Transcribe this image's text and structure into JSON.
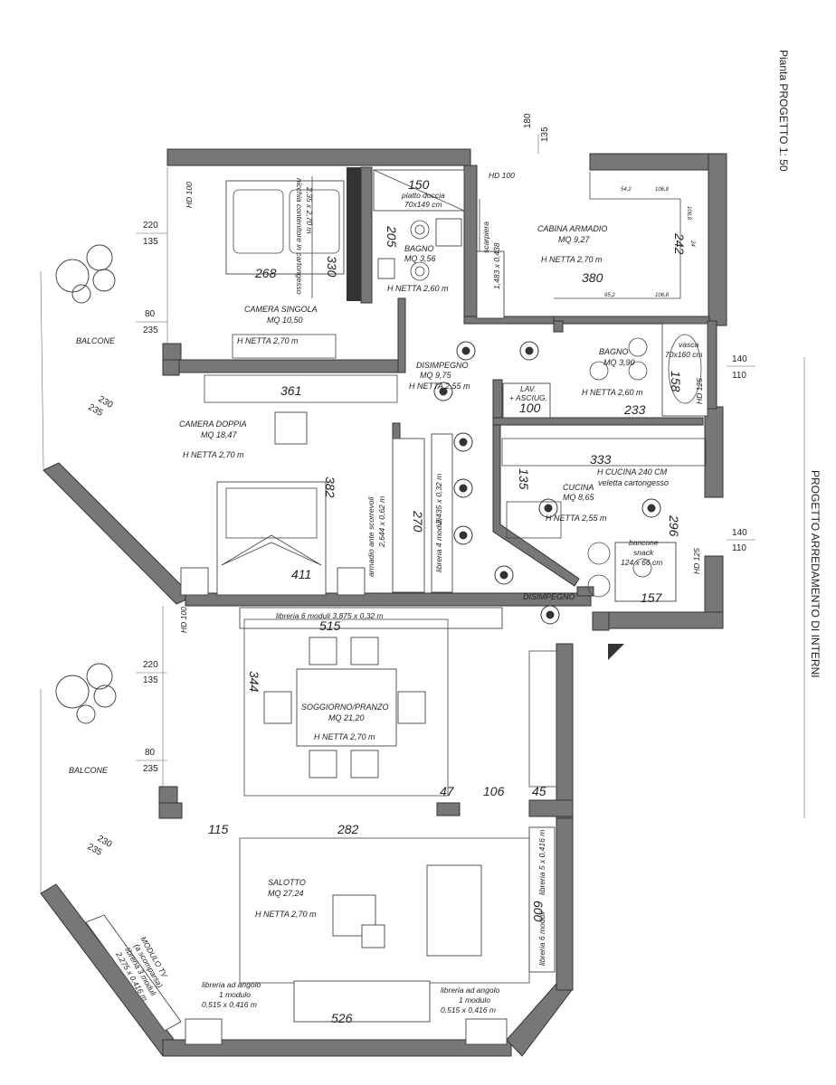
{
  "header": {
    "scale_title": "Pianta PROGETTO  1: 50",
    "project_title": "PROGETTO ARREDAMENTO DI INTERNI"
  },
  "rooms": {
    "camera_singola": {
      "name": "CAMERA SINGOLA",
      "area": "MQ 10,50",
      "height": "H NETTA 2,70 m"
    },
    "bagno1": {
      "name": "BAGNO",
      "area": "MQ 3,56",
      "height": "H NETTA 2,60 m"
    },
    "cabina_armadio": {
      "name": "CABINA ARMADIO",
      "area": "MQ 9,27",
      "height": "H NETTA 2,70 m"
    },
    "disimpegno1": {
      "name": "DISIMPEGNO",
      "area": "MQ 9,75",
      "height": "H NETTA 2,55 m"
    },
    "bagno2": {
      "name": "BAGNO",
      "area": "MQ 3,90",
      "height": "H NETTA 2,60 m"
    },
    "camera_doppia": {
      "name": "CAMERA DOPPIA",
      "area": "MQ 18,47",
      "height": "H NETTA 2,70 m"
    },
    "cucina": {
      "name": "CUCINA",
      "area": "MQ 8,65",
      "height": "H NETTA 2,55 m",
      "ceiling": "H CUCINA 240 CM",
      "veletta": "veletta cartongesso"
    },
    "disimpegno2": {
      "name": "DISIMPEGNO"
    },
    "soggiorno": {
      "name": "SOGGIORNO/PRANZO",
      "area": "MQ 21,20",
      "height": "H NETTA 2,70 m"
    },
    "salotto": {
      "name": "SALOTTO",
      "area": "MQ 27,24",
      "height": "H NETTA 2,70 m"
    },
    "balcone_top": {
      "name": "BALCONE"
    },
    "balcone_bottom": {
      "name": "BALCONE"
    }
  },
  "annotations": {
    "nicchia": "nicchia contenitore in cartongesso",
    "nicchia_dim": "2,35 x 2,70 m",
    "piatto_doccia": "piatto doccia",
    "piatto_doccia_dim": "70x149 cm",
    "scarpiera": "scarpiera",
    "scarpiera_dim": "1,483 x 0,438",
    "vasca": "vasca",
    "vasca_dim": "70x160 cm",
    "lav_asciug_1": "LAV.",
    "lav_asciug_2": "+ ASCIUG.",
    "armadio": "armadio ante scorrevoli",
    "armadio_dim": "2,644 x 0,62 m",
    "libreria_4": "libreria 4 moduli",
    "libreria_4_dim": "2,435 x 0,32 m",
    "libreria_6": "libreria 6 moduli 3,875 x 0,32 m",
    "bancone": "bancone",
    "bancone_2": "snack",
    "bancone_dim": "124 x 66 cm",
    "modulo_tv_1": "MODULO TV",
    "modulo_tv_2": "(a scomparsa)",
    "libreria_3_1": "libreria 3 moduli",
    "libreria_3_2": "2,275 x 0,416 m",
    "libreria_angolo_l_1": "libreria ad angolo",
    "libreria_angolo_l_2": "1 modulo",
    "libreria_angolo_l_3": "0,515 x 0,416 m",
    "libreria_angolo_r_1": "libreria ad angolo",
    "libreria_angolo_r_2": "1 modulo",
    "libreria_angolo_r_3": "0,515 x 0,416 m",
    "libreria_5_right": "libreria 5 x 0,416 m",
    "libreria_6_right": "libreria 6 moduli"
  },
  "dimensions": {
    "d150": "150",
    "d205": "205",
    "d268": "268",
    "d330": "330",
    "d380": "380",
    "d242": "242",
    "d361": "361",
    "d382": "382",
    "d411": "411",
    "d515": "515",
    "d270": "270",
    "d100": "100",
    "d233": "233",
    "d158": "158",
    "d333": "333",
    "d135": "135",
    "d296": "296",
    "d157": "157",
    "d344": "344",
    "d47": "47",
    "d106": "106",
    "d45": "45",
    "d115": "115",
    "d282": "282",
    "d526": "526",
    "d600": "600",
    "s54": "54,2",
    "s106a": "106,8",
    "s106b": "106,8",
    "s95": "95,2",
    "s106c": "106,8",
    "s24": "24"
  },
  "heights": {
    "hd100_a": "HD 100",
    "hd100_b": "HD 100",
    "hd100_c": "HD 100",
    "hd125_a": "HD 125",
    "hd125_b": "HD 125"
  },
  "margin_dims": {
    "top180": "180",
    "top135": "135",
    "l220a": "220",
    "l135a": "135",
    "l80a": "80",
    "l235a": "235",
    "l230a": "230",
    "l235b": "235",
    "l220b": "220",
    "l135b": "135",
    "l80b": "80",
    "l235c": "235",
    "l230b": "230",
    "l235d": "235",
    "r140a": "140",
    "r110a": "110",
    "r140b": "140",
    "r110b": "110"
  }
}
